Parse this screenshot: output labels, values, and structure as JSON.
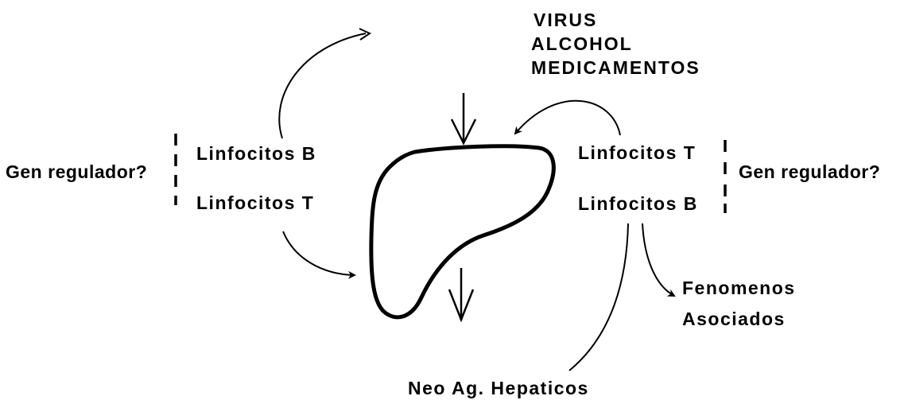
{
  "causes": [
    "VIRUS",
    "ALCOHOL",
    "MEDICAMENTOS"
  ],
  "left": {
    "gene_label": "Gen regulador?",
    "lymph_b": "Linfocitos B",
    "lymph_t": "Linfocitos T"
  },
  "right": {
    "gene_label": "Gen regulador?",
    "lymph_t": "Linfocitos T",
    "lymph_b": "Linfocitos B"
  },
  "associated": {
    "line1": "Fenomenos",
    "line2": "Asociados"
  },
  "neoantigens": "Neo Ag. Hepaticos",
  "colors": {
    "ink": "#000000",
    "background": "#ffffff"
  }
}
